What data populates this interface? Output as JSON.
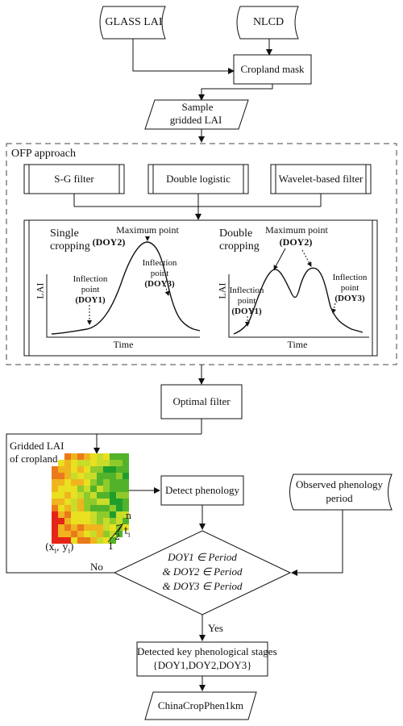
{
  "inputs": {
    "glass_lai": "GLASS LAI",
    "nlcd": "NLCD"
  },
  "cropland_mask": "Cropland mask",
  "sample_lai": {
    "line1": "Sample",
    "line2": "gridded  LAI"
  },
  "ofp": {
    "title": "OFP approach",
    "filters": [
      "S-G filter",
      "Double logistic",
      "Wavelet-based filter"
    ],
    "single": {
      "title_line1": "Single",
      "title_line2": "cropping",
      "max_line1": "Maximum point",
      "max_line2": "(DOY2)",
      "infl_left_line1": "Inflection",
      "infl_left_line2": "point",
      "infl_left_line3": "(DOY1)",
      "infl_right_line1": "Inflection",
      "infl_right_line2": "point",
      "infl_right_line3": "(DOY3)",
      "ylabel": "LAI",
      "xlabel": "Time"
    },
    "double": {
      "title_line1": "Double",
      "title_line2": "cropping",
      "max_line1": "Maximum point",
      "max_line2": "(DOY2)",
      "infl_left_line1": "Inflection",
      "infl_left_line2": "point",
      "infl_left_line3": "(DOY1)",
      "infl_right_line1": "Inflection",
      "infl_right_line2": "point",
      "infl_right_line3": "(DOY3)",
      "ylabel": "LAI",
      "xlabel": "Time"
    }
  },
  "optimal_filter": "Optimal filter",
  "gridded_cropland": {
    "line1": "Gridded LAI",
    "line2": "of cropland",
    "coord": "(x",
    "coord_i": "i",
    "coord_mid": ", y",
    "coord_end": ")",
    "t": "t",
    "t_sub": "i",
    "n": "n",
    "one": "1",
    "two": "2"
  },
  "detect_phenology": "Detect phenology",
  "observed": {
    "line1": "Observed phenology",
    "line2": "period"
  },
  "decision": {
    "line1": "DOY1 ∈ Period",
    "line2": "& DOY2 ∈ Period",
    "line3": "& DOY3 ∈ Period",
    "no": "No",
    "yes": "Yes"
  },
  "detected": {
    "line1": "Detected key phenological stages",
    "line2": "{DOY1,DOY2,DOY3}"
  },
  "output": "ChinaCropPhen1km",
  "colors": {
    "line": "#111111",
    "dash": "#444444",
    "green": "#1f9e2c",
    "yellow": "#e8e020",
    "red": "#e52517"
  }
}
